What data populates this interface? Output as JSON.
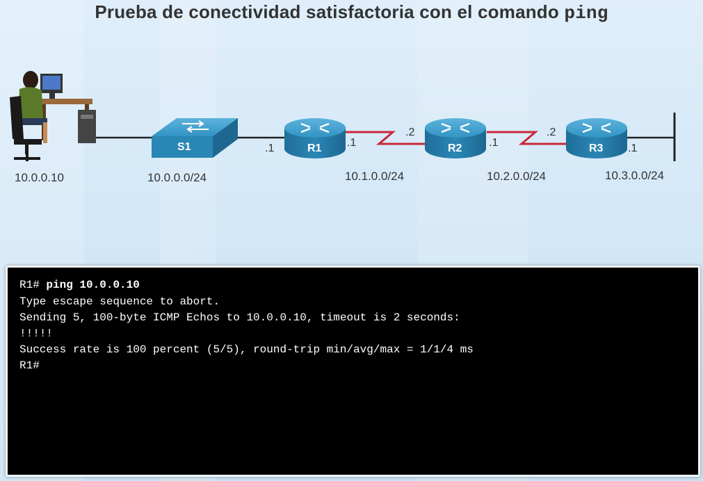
{
  "title": {
    "text": "Prueba de conectividad satisfactoria con el comando",
    "command": "ping"
  },
  "topology": {
    "pc": {
      "ip": "10.0.0.10"
    },
    "switch": {
      "label": "S1",
      "network": "10.0.0.0/24"
    },
    "routers": [
      {
        "label": "R1",
        "left_ip": ".1",
        "right_ip": ".1"
      },
      {
        "label": "R2",
        "left_ip": ".2",
        "right_ip": ".1"
      },
      {
        "label": "R3",
        "left_ip": ".2",
        "right_ip": ".1"
      }
    ],
    "networks": [
      "10.1.0.0/24",
      "10.2.0.0/24",
      "10.3.0.0/24"
    ],
    "colors": {
      "device_blue": "#2a86b5",
      "serial_link": "#c9283a",
      "ethernet_link": "#222222"
    }
  },
  "terminal": {
    "prompt": "R1#",
    "command": "ping 10.0.0.10",
    "lines": [
      "Type escape sequence to abort.",
      "Sending 5, 100-byte ICMP Echos to 10.0.0.10, timeout is 2 seconds:",
      "!!!!!",
      "Success rate is 100 percent (5/5), round-trip min/avg/max = 1/1/4 ms",
      "R1#"
    ]
  }
}
